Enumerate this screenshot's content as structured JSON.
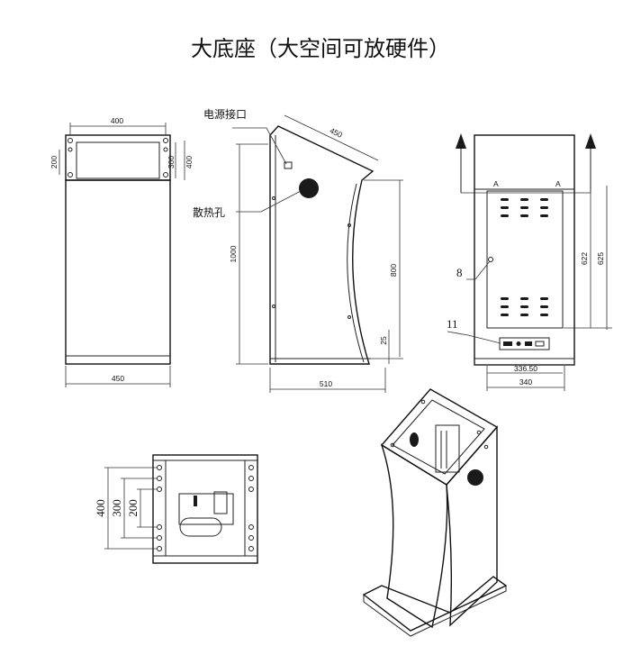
{
  "title": "大底座（大空间可放硬件）",
  "callouts": {
    "power_port": "电源接口",
    "vent_hole": "散热孔",
    "part_8": "8",
    "part_11": "11",
    "section_a1": "A",
    "section_a2": "A"
  },
  "front_view": {
    "top_width": "400",
    "left_small": "200",
    "inner_300": "300",
    "inner_400": "400",
    "base_width": "450"
  },
  "side_view": {
    "slope": "450",
    "height": "1000",
    "right_height": "800",
    "foot": "25",
    "base_depth": "510"
  },
  "rear_view": {
    "h622": "622",
    "h625": "625",
    "w336": "336.50",
    "w340": "340"
  },
  "plan_view": {
    "d400": "400",
    "d300": "300",
    "d200": "200"
  }
}
